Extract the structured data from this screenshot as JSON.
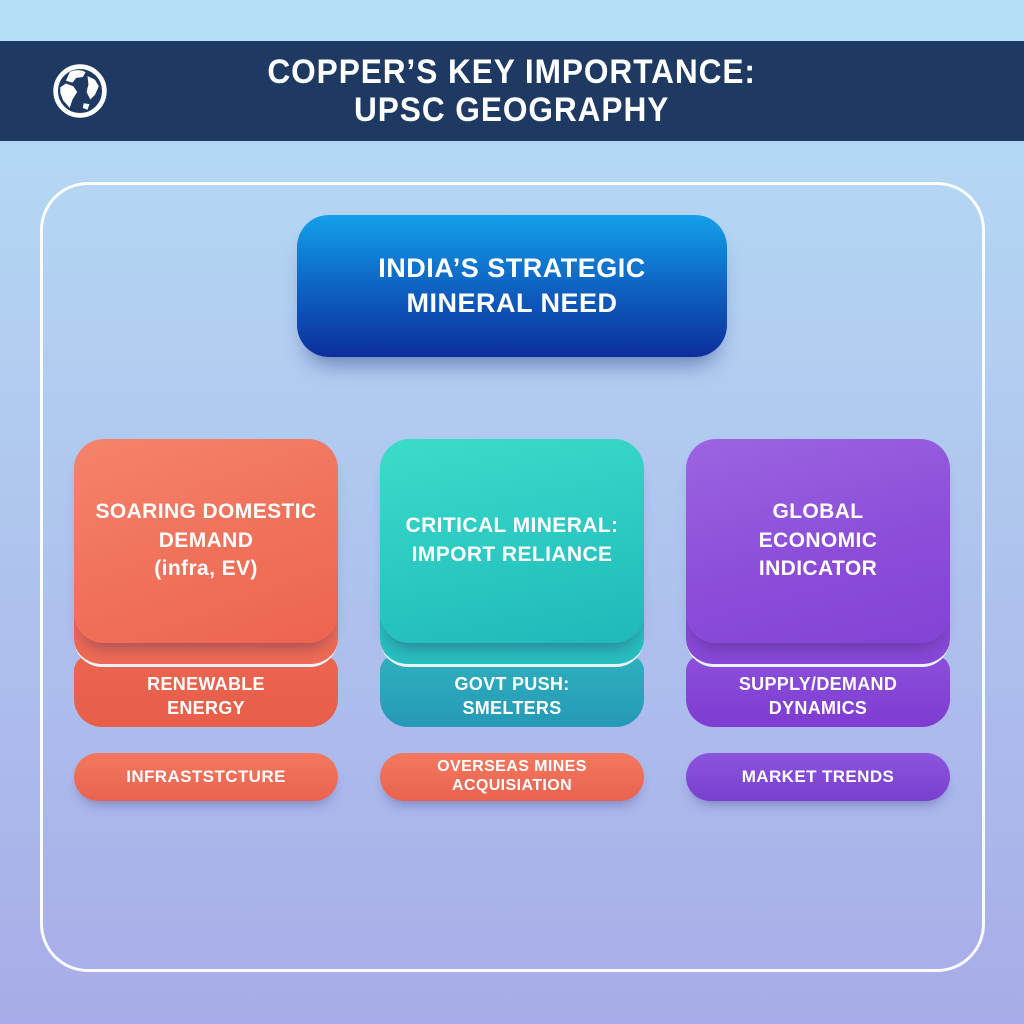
{
  "header": {
    "title_line1": "COPPER’S KEY IMPORTANCE:",
    "title_line2": "UPSC GEOGRAPHY"
  },
  "root_node": {
    "line1": "INDIA’S STRATEGIC",
    "line2": "MINERAL NEED"
  },
  "columns": [
    {
      "id": "soaring-domestic-demand",
      "main_lines": [
        "SOARING DOMESTIC",
        "DEMAND",
        "(infra, EV)"
      ],
      "sub_lines": [
        "RENEWABLE",
        "ENERGY"
      ],
      "pill_lines": [
        "INFRASTSTCTURE"
      ]
    },
    {
      "id": "critical-mineral-import-reliance",
      "main_lines": [
        "CRITICAL MINERAL:",
        "IMPORT RELIANCE"
      ],
      "sub_lines": [
        "GOVT PUSH:",
        "SMELTERS"
      ],
      "pill_lines": [
        "OVERSEAS MINES",
        "ACQUISIATION"
      ]
    },
    {
      "id": "global-economic-indicator",
      "main_lines": [
        "GLOBAL",
        "ECONOMIC",
        "INDICATOR"
      ],
      "sub_lines": [
        "SUPPLY/DEMAND",
        "DYNAMICS"
      ],
      "pill_lines": [
        "MARKET TRENDS"
      ]
    }
  ],
  "icons": {
    "globe": "globe-icon"
  },
  "colors": {
    "header_bg": "#1E3A63",
    "top_strip": "#B5DEF7",
    "background_top": "#B5D9F4",
    "background_bottom": "#A8ACE8",
    "frame_border": "#FFFFFF",
    "root_gradient_top": "#1193E3",
    "root_gradient_bottom": "#0C2E9B",
    "orange_accent": "#EE6A54",
    "teal_accent": "#26BFBD",
    "purple_accent": "#8A4BD8"
  }
}
